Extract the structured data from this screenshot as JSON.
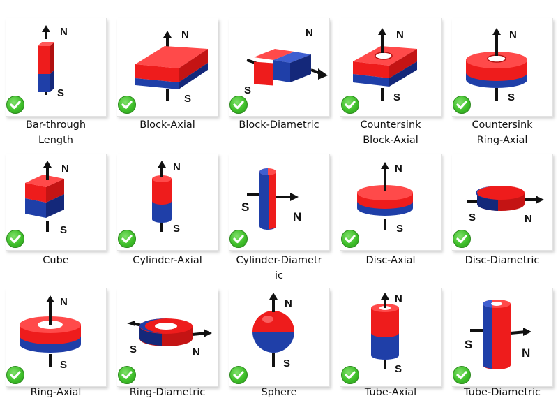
{
  "colors": {
    "north": "#ee1c1c",
    "south": "#1f3fa8",
    "check": "#3fbf2a"
  },
  "icons": {
    "selected": "green-checkmark-icon"
  },
  "pole_labels": {
    "north": "N",
    "south": "S"
  },
  "items": [
    {
      "label_lines": [
        "Bar-through",
        "Length"
      ],
      "icon": "bar-magnet-icon"
    },
    {
      "label_lines": [
        "Block-Axial"
      ],
      "icon": "block-axial-magnet-icon"
    },
    {
      "label_lines": [
        "Block-Diametric"
      ],
      "icon": "block-diametric-magnet-icon"
    },
    {
      "label_lines": [
        "Countersink",
        "Block-Axial"
      ],
      "icon": "countersink-block-magnet-icon"
    },
    {
      "label_lines": [
        "Countersink",
        "Ring-Axial"
      ],
      "icon": "countersink-ring-magnet-icon"
    },
    {
      "label_lines": [
        "Cube"
      ],
      "icon": "cube-magnet-icon"
    },
    {
      "label_lines": [
        "Cylinder-Axial"
      ],
      "icon": "cylinder-axial-magnet-icon"
    },
    {
      "label_lines": [
        "Cylinder-Diametr",
        "ic"
      ],
      "icon": "cylinder-diametric-magnet-icon"
    },
    {
      "label_lines": [
        "Disc-Axial"
      ],
      "icon": "disc-axial-magnet-icon"
    },
    {
      "label_lines": [
        "Disc-Diametric"
      ],
      "icon": "disc-diametric-magnet-icon"
    },
    {
      "label_lines": [
        "Ring-Axial"
      ],
      "icon": "ring-axial-magnet-icon"
    },
    {
      "label_lines": [
        "Ring-Diametric"
      ],
      "icon": "ring-diametric-magnet-icon"
    },
    {
      "label_lines": [
        "Sphere"
      ],
      "icon": "sphere-magnet-icon"
    },
    {
      "label_lines": [
        "Tube-Axial"
      ],
      "icon": "tube-axial-magnet-icon"
    },
    {
      "label_lines": [
        "Tube-Diametric"
      ],
      "icon": "tube-diametric-magnet-icon"
    }
  ]
}
